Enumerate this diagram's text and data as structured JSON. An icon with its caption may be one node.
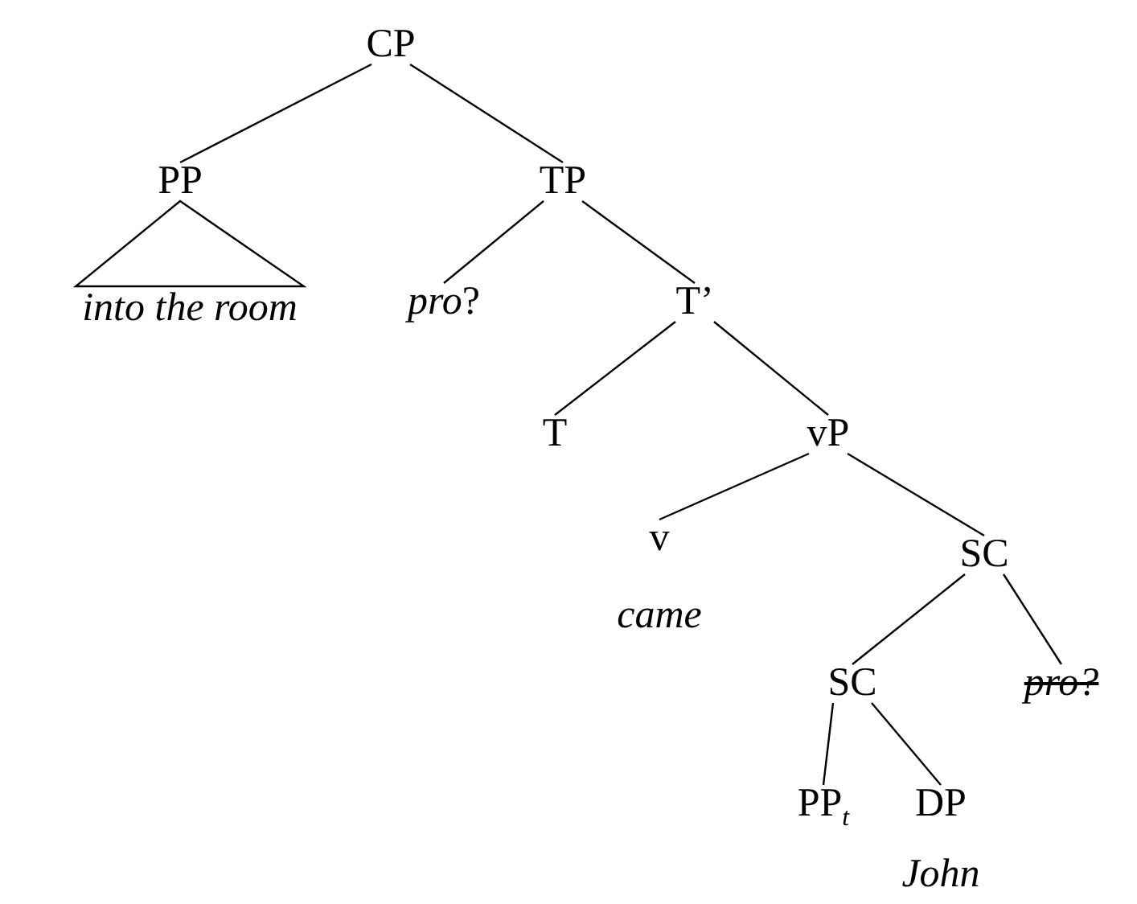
{
  "diagram": {
    "nodes": [
      {
        "text": [
          "CP"
        ]
      },
      {
        "text": [
          "PP"
        ]
      },
      {
        "text": [
          "into the room"
        ]
      },
      {
        "text": [
          "TP"
        ]
      },
      {
        "text": [
          "*pro*?"
        ]
      },
      {
        "text": [
          "T’"
        ]
      },
      {
        "text": [
          "T"
        ]
      },
      {
        "text": [
          "vP"
        ]
      },
      {
        "text": [
          "v",
          "came"
        ]
      },
      {
        "text": [
          "SC"
        ]
      },
      {
        "text": [
          "SC"
        ]
      },
      {
        "text": [
          "pro?"
        ]
      },
      {
        "text": [
          "PP$_{t}$"
        ]
      },
      {
        "text": [
          "DP",
          "John"
        ]
      }
    ],
    "edges": [
      {
        "from": 0,
        "to": 1,
        "arrow": "none"
      },
      {
        "from": 1,
        "to": 2,
        "arrow": "none"
      },
      {
        "from": 0,
        "to": 3,
        "arrow": "none"
      },
      {
        "from": 3,
        "to": 4,
        "arrow": "none"
      },
      {
        "from": 3,
        "to": 5,
        "arrow": "none"
      },
      {
        "from": 5,
        "to": 6,
        "arrow": "none"
      },
      {
        "from": 5,
        "to": 7,
        "arrow": "none"
      },
      {
        "from": 7,
        "to": 8,
        "arrow": "none"
      },
      {
        "from": 7,
        "to": 9,
        "arrow": "none"
      },
      {
        "from": 9,
        "to": 10,
        "arrow": "none"
      },
      {
        "from": 9,
        "to": 11,
        "arrow": "none"
      },
      {
        "from": 10,
        "to": 12,
        "arrow": "none"
      },
      {
        "from": 10,
        "to": 13,
        "arrow": "none"
      }
    ]
  }
}
